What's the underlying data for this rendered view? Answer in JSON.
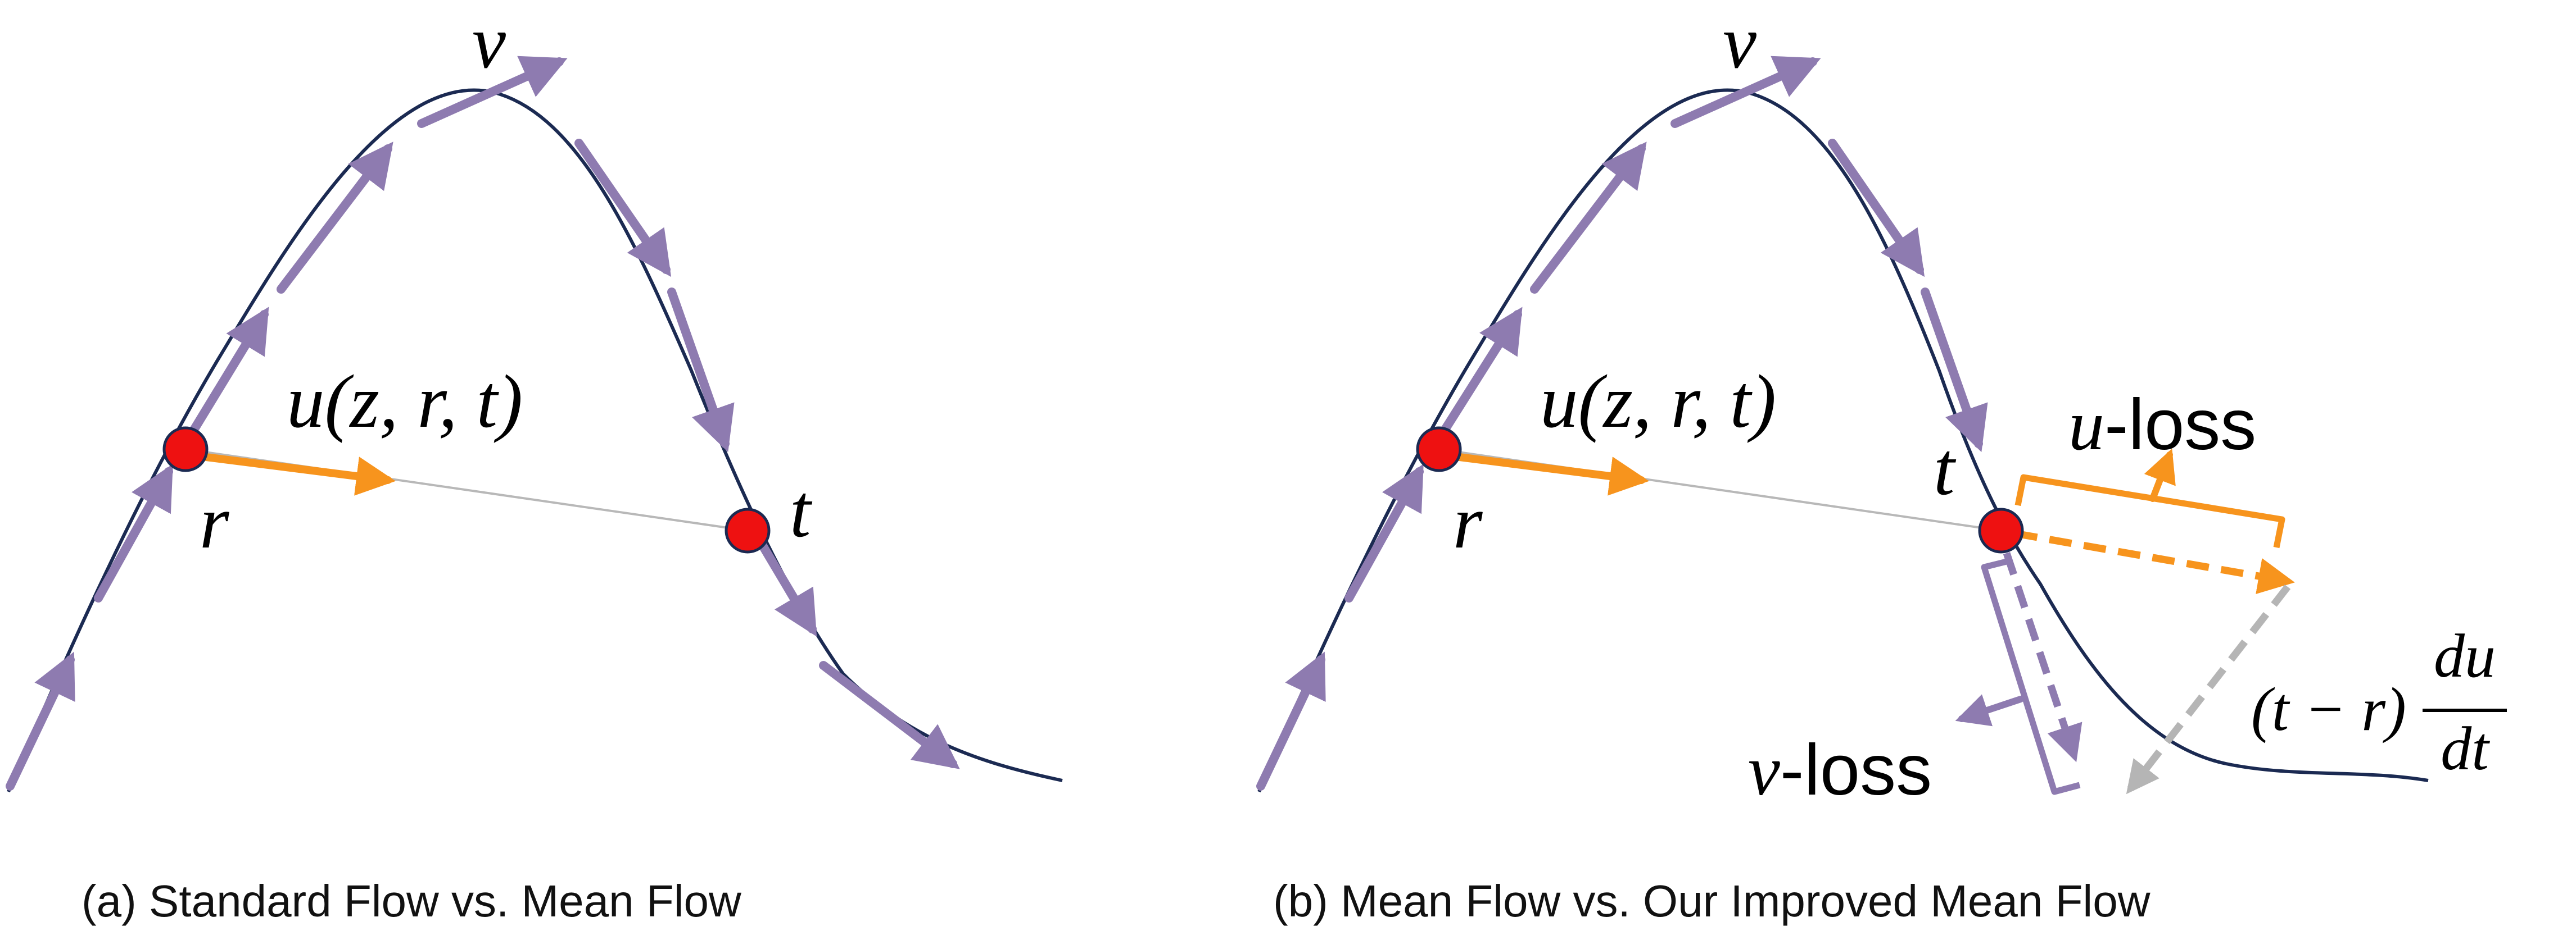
{
  "colors": {
    "trajectory": "#1b2a52",
    "velocity_arrow": "#8e7bb0",
    "mean_velocity_arrow": "#f7941d",
    "point_fill": "#ee1111",
    "point_stroke": "#1b2a52",
    "chord": "#b8b8b8",
    "derivative_arrow": "#b5b5b5"
  },
  "icons": {
    "point": "filled-circle",
    "arrow": "arrowhead",
    "bracket": "square-bracket"
  },
  "panel_a": {
    "caption": "(a) Standard Flow vs. Mean Flow",
    "velocity_label": "v",
    "mean_velocity_label": "u(z, r, t)",
    "point_r_label": "r",
    "point_t_label": "t"
  },
  "panel_b": {
    "caption": "(b) Mean Flow vs. Our Improved Mean Flow",
    "velocity_label": "v",
    "mean_velocity_label": "u(z, r, t)",
    "point_r_label": "r",
    "point_t_label": "t",
    "u_loss": {
      "symbol": "u",
      "suffix": "-loss"
    },
    "v_loss": {
      "symbol": "v",
      "suffix": "-loss"
    },
    "correction": {
      "prefix": "(t − r)",
      "numerator": "du",
      "denominator": "dt"
    }
  }
}
